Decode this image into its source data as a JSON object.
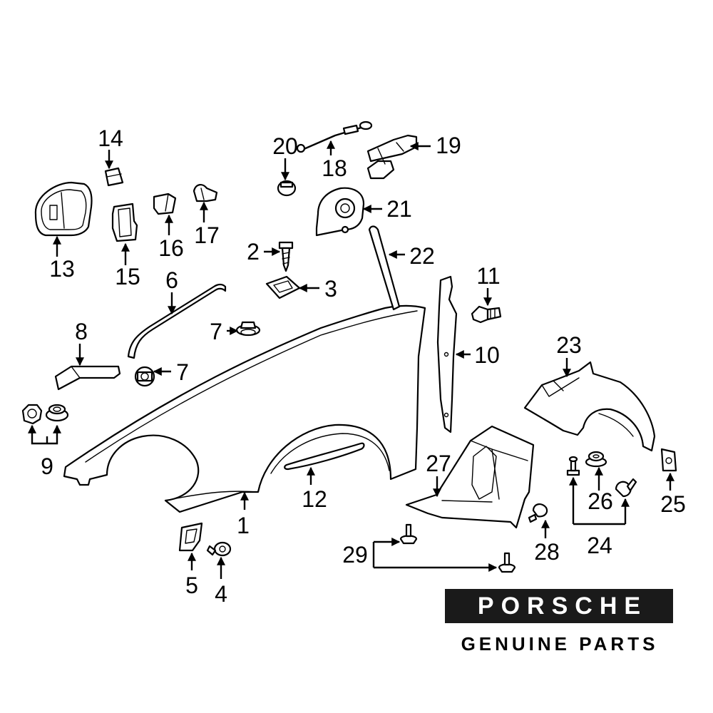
{
  "callouts": {
    "c1": "1",
    "c2": "2",
    "c3": "3",
    "c4": "4",
    "c5": "5",
    "c6": "6",
    "c7a": "7",
    "c7b": "7",
    "c8": "8",
    "c9": "9",
    "c10": "10",
    "c11": "11",
    "c12": "12",
    "c13": "13",
    "c14": "14",
    "c15": "15",
    "c16": "16",
    "c17": "17",
    "c18": "18",
    "c19": "19",
    "c20": "20",
    "c21": "21",
    "c22": "22",
    "c23": "23",
    "c24": "24",
    "c25": "25",
    "c26": "26",
    "c27": "27",
    "c28": "28",
    "c29": "29"
  },
  "brand": {
    "logo_text": "PORSCHE",
    "subtitle": "GENUINE PARTS"
  },
  "colors": {
    "line": "#000000",
    "background": "#ffffff",
    "logo_background": "#1a1a1a"
  }
}
